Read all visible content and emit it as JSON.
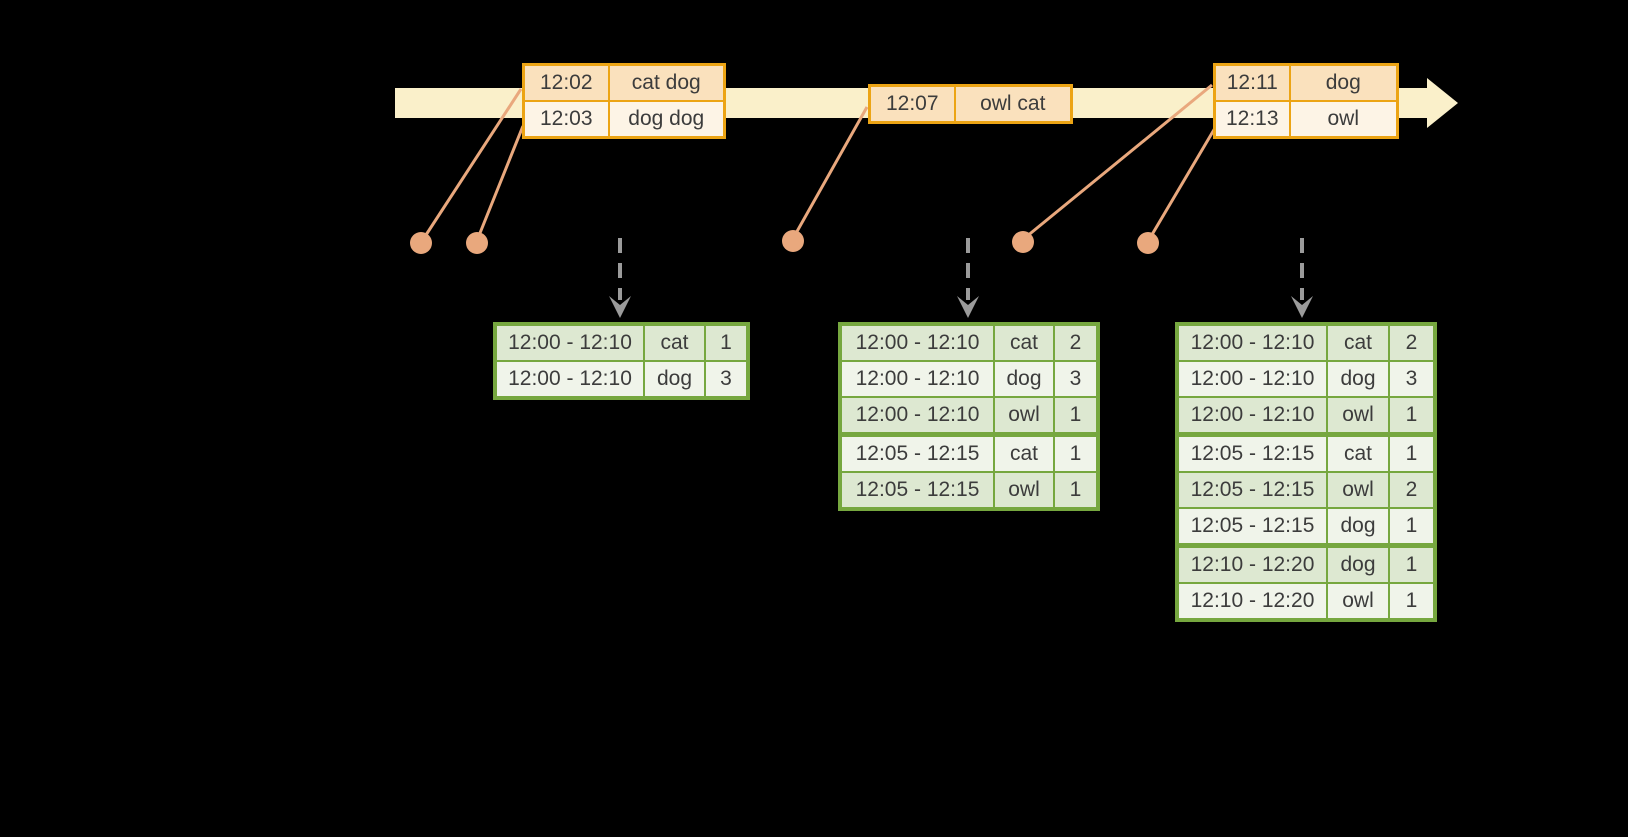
{
  "colors": {
    "background": "#000000",
    "timeline_band": "#FAF0CA",
    "event_table_border": "#ECA414",
    "event_row_primary_fill": "#FAE1BD",
    "event_row_secondary_fill": "#FDF4E6",
    "connector_and_dot": "#E9A87D",
    "trigger_arrow_gray": "#9B9B9B",
    "result_table_border": "#76A73F",
    "result_row_tinted_fill": "#DDE8D1",
    "result_row_light_fill": "#F0F4EA",
    "text": "#3C3C3C"
  },
  "event_tables": [
    {
      "rows": [
        {
          "time": "12:02",
          "data": "cat dog"
        },
        {
          "time": "12:03",
          "data": "dog dog"
        }
      ]
    },
    {
      "rows": [
        {
          "time": "12:07",
          "data": "owl cat"
        }
      ]
    },
    {
      "rows": [
        {
          "time": "12:11",
          "data": "dog"
        },
        {
          "time": "12:13",
          "data": "owl"
        }
      ]
    }
  ],
  "result_tables": [
    {
      "rows": [
        {
          "window": "12:00 - 12:10",
          "word": "cat",
          "count": "1"
        },
        {
          "window": "12:00 - 12:10",
          "word": "dog",
          "count": "3"
        }
      ]
    },
    {
      "rows": [
        {
          "window": "12:00 - 12:10",
          "word": "cat",
          "count": "2"
        },
        {
          "window": "12:00 - 12:10",
          "word": "dog",
          "count": "3"
        },
        {
          "window": "12:00 - 12:10",
          "word": "owl",
          "count": "1"
        },
        {
          "window": "12:05 - 12:15",
          "word": "cat",
          "count": "1"
        },
        {
          "window": "12:05 - 12:15",
          "word": "owl",
          "count": "1"
        }
      ]
    },
    {
      "rows": [
        {
          "window": "12:00 - 12:10",
          "word": "cat",
          "count": "2"
        },
        {
          "window": "12:00 - 12:10",
          "word": "dog",
          "count": "3"
        },
        {
          "window": "12:00 - 12:10",
          "word": "owl",
          "count": "1"
        },
        {
          "window": "12:05 - 12:15",
          "word": "cat",
          "count": "1"
        },
        {
          "window": "12:05 - 12:15",
          "word": "owl",
          "count": "2"
        },
        {
          "window": "12:05 - 12:15",
          "word": "dog",
          "count": "1"
        },
        {
          "window": "12:10 - 12:20",
          "word": "dog",
          "count": "1"
        },
        {
          "window": "12:10 - 12:20",
          "word": "owl",
          "count": "1"
        }
      ]
    }
  ]
}
